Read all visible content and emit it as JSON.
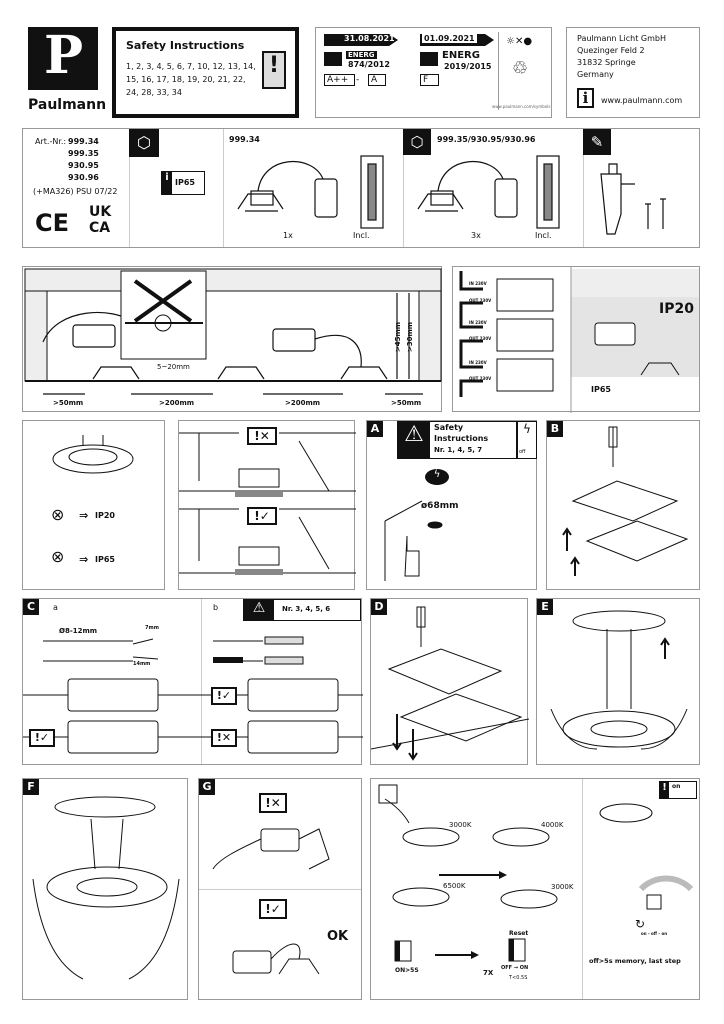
{
  "brand": {
    "logo_letter": "P",
    "name": "Paulmann"
  },
  "safety": {
    "title": "Safety Instructions",
    "numbers_line1": "1, 2, 3, 4, 5, 6, 7, 10, 12, 13, 14,",
    "numbers_line2": "15, 16, 17, 18, 19, 20, 21, 22,",
    "numbers_line3": "24, 28, 33, 34"
  },
  "energy": {
    "date_old": "31.08.2021",
    "date_new": "01.09.2021",
    "label_old": "ENERG",
    "reg_old": "874/2012",
    "label_new": "ENERG",
    "reg_new": "2019/2015",
    "class_old_from": "A++",
    "dash": "-",
    "class_old_to": "A",
    "class_new": "F",
    "url": "www.paulmann.com/symbols"
  },
  "address": {
    "company": "Paulmann Licht GmbH",
    "street": "Quezinger Feld 2",
    "city": "31832 Springe",
    "country": "Germany",
    "website": "www.paulmann.com"
  },
  "articles": {
    "label": "Art.-Nr.:",
    "numbers": [
      "999.34",
      "999.35",
      "930.95",
      "930.96"
    ],
    "psu": "(+MA326) PSU 07/22",
    "ce": "CE",
    "ukca_top": "UK",
    "ukca_bottom": "CA",
    "ip_rating": "IP65"
  },
  "contents": [
    {
      "title": "999.34",
      "qty": "1x",
      "incl": "Incl."
    },
    {
      "title": "999.35/930.95/930.96",
      "qty": "3x",
      "incl": "Incl."
    }
  ],
  "spacing": {
    "d1": ">50mm",
    "d2": ">200mm",
    "d3": ">200mm",
    "d4": ">50mm",
    "depth": "5~20mm",
    "h1": ">45mm",
    "h2": ">30mm"
  },
  "wiring": {
    "in": "IN 230V",
    "out": "OUT 230V",
    "ip20": "IP20",
    "ip65": "IP65"
  },
  "ip_panel": {
    "ip20": "IP20",
    "ip65": "IP65",
    "arrow": "⇒"
  },
  "steps": {
    "A": {
      "label": "A",
      "safety_title": "Safety",
      "safety_title2": "Instructions",
      "safety_nr": "Nr. 1, 4, 5, 7",
      "off": "off",
      "hole": "ø68mm"
    },
    "B": {
      "label": "B"
    },
    "C": {
      "label": "C",
      "sub_a": "a",
      "sub_b": "b",
      "cable": "Ø8-12mm",
      "strip1": "7mm",
      "strip2": "14mm",
      "safety_nr": "Nr. 3, 4, 5, 6"
    },
    "D": {
      "label": "D"
    },
    "E": {
      "label": "E"
    },
    "F": {
      "label": "F"
    },
    "G": {
      "label": "G",
      "ok": "OK"
    }
  },
  "cct": {
    "k1": "3000K",
    "k2": "4000K",
    "k3": "6500K",
    "k4": "3000K",
    "on_hold": "ON>5S",
    "reset": "Reset",
    "times": "7X",
    "off_on": "OFF → ON",
    "t": "T<0.5S",
    "on": "on",
    "memory": "off>5s memory, last step",
    "seq": "on - off - on"
  }
}
